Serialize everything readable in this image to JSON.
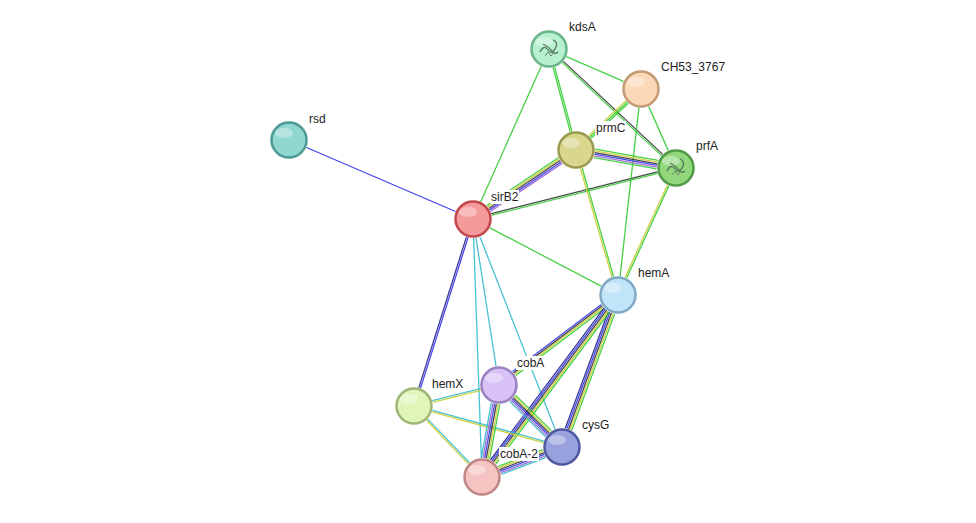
{
  "diagram": {
    "nodes": [
      {
        "text": [
          "rsd"
        ]
      },
      {
        "text": [
          "kdsA"
        ]
      },
      {
        "text": [
          "CH53_3767"
        ]
      },
      {
        "text": [
          "prmC"
        ]
      },
      {
        "text": [
          "prfA"
        ]
      },
      {
        "text": [
          "sirB2"
        ]
      },
      {
        "text": [
          "hemA"
        ]
      },
      {
        "text": [
          "cobA"
        ]
      },
      {
        "text": [
          "hemX"
        ]
      },
      {
        "text": [
          "cysG"
        ]
      },
      {
        "text": [
          "cobA-2"
        ]
      }
    ],
    "edges": [
      {
        "from": 0,
        "to": 5,
        "arrow": "none"
      },
      {
        "from": 5,
        "to": 1,
        "arrow": "none"
      },
      {
        "from": 5,
        "to": 3,
        "arrow": "none"
      },
      {
        "from": 5,
        "to": 4,
        "arrow": "none"
      },
      {
        "from": 5,
        "to": 6,
        "arrow": "none"
      },
      {
        "from": 5,
        "to": 8,
        "arrow": "none"
      },
      {
        "from": 5,
        "to": 7,
        "arrow": "none"
      },
      {
        "from": 5,
        "to": 10,
        "arrow": "none"
      },
      {
        "from": 5,
        "to": 9,
        "arrow": "none"
      },
      {
        "from": 1,
        "to": 3,
        "arrow": "none"
      },
      {
        "from": 1,
        "to": 4,
        "arrow": "none"
      },
      {
        "from": 1,
        "to": 2,
        "arrow": "none"
      },
      {
        "from": 2,
        "to": 3,
        "arrow": "none"
      },
      {
        "from": 2,
        "to": 4,
        "arrow": "none"
      },
      {
        "from": 2,
        "to": 6,
        "arrow": "none"
      },
      {
        "from": 3,
        "to": 4,
        "arrow": "none"
      },
      {
        "from": 3,
        "to": 6,
        "arrow": "none"
      },
      {
        "from": 4,
        "to": 6,
        "arrow": "none"
      },
      {
        "from": 6,
        "to": 7,
        "arrow": "none"
      },
      {
        "from": 6,
        "to": 9,
        "arrow": "none"
      },
      {
        "from": 6,
        "to": 10,
        "arrow": "none"
      },
      {
        "from": 8,
        "to": 7,
        "arrow": "none"
      },
      {
        "from": 8,
        "to": 9,
        "arrow": "none"
      },
      {
        "from": 8,
        "to": 10,
        "arrow": "none"
      },
      {
        "from": 7,
        "to": 9,
        "arrow": "none"
      },
      {
        "from": 7,
        "to": 10,
        "arrow": "none"
      },
      {
        "from": 10,
        "to": 9,
        "arrow": "none"
      }
    ]
  }
}
